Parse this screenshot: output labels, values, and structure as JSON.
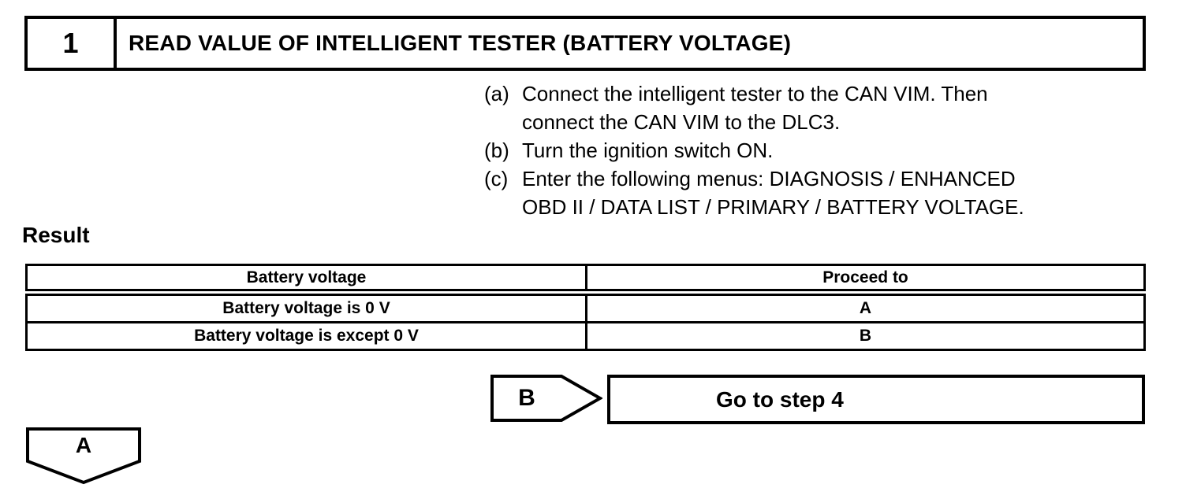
{
  "colors": {
    "ink": "#000000",
    "paper": "#ffffff"
  },
  "step_header": {
    "number": "1",
    "title": "READ VALUE OF INTELLIGENT TESTER (BATTERY VOLTAGE)"
  },
  "instructions": {
    "items": [
      {
        "label": "(a)",
        "lines": [
          "Connect the intelligent tester to the CAN VIM. Then",
          "connect the CAN VIM to the DLC3."
        ]
      },
      {
        "label": "(b)",
        "lines": [
          "Turn the ignition switch ON."
        ]
      },
      {
        "label": "(c)",
        "lines": [
          "Enter the following menus: DIAGNOSIS / ENHANCED",
          "OBD II / DATA LIST / PRIMARY / BATTERY VOLTAGE."
        ]
      }
    ]
  },
  "result": {
    "heading": "Result",
    "table": {
      "headers": [
        "Battery voltage",
        "Proceed to"
      ],
      "rows": [
        [
          "Battery voltage is 0 V",
          "A"
        ],
        [
          "Battery voltage is except 0 V",
          "B"
        ]
      ]
    }
  },
  "branches": {
    "b": {
      "label": "B",
      "action": "Go to step 4"
    },
    "a": {
      "label": "A"
    }
  }
}
